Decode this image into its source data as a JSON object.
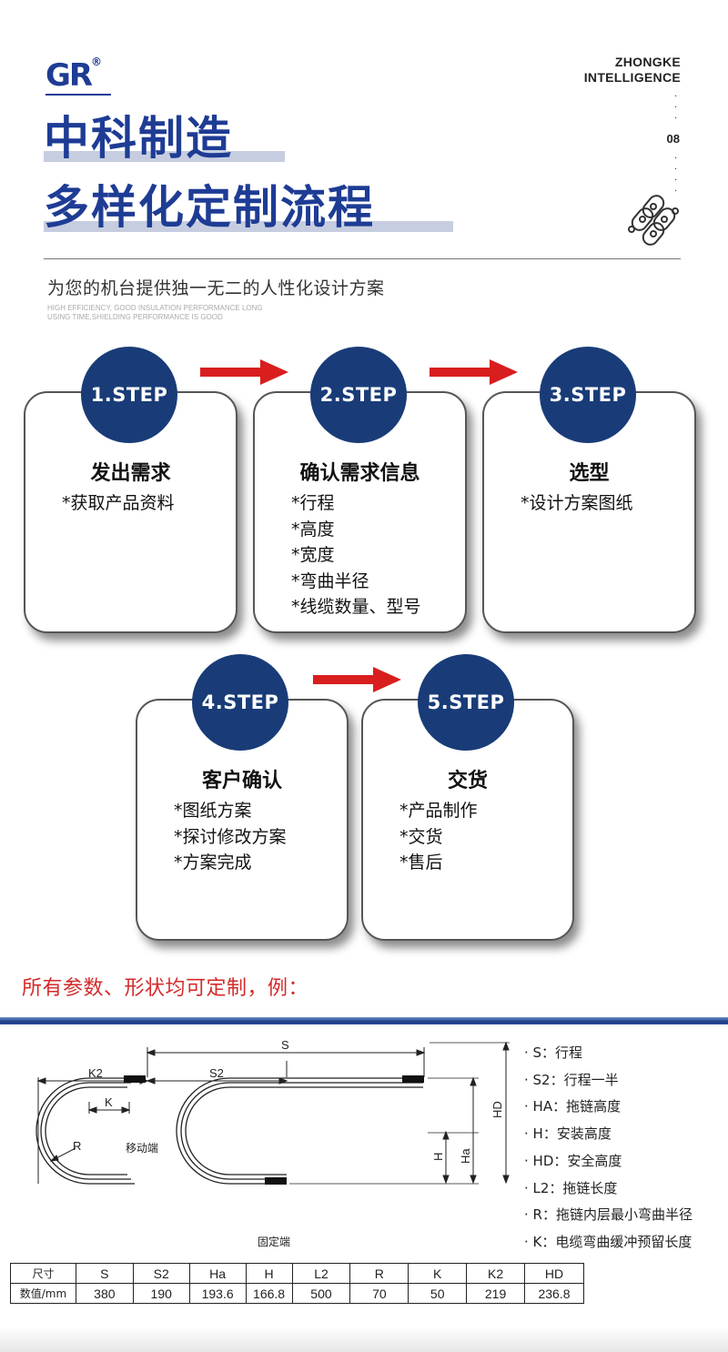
{
  "brand": {
    "logo_main": "GR",
    "logo_reg": "®",
    "line1": "ZHONGKE",
    "line2": "INTELLIGENCE",
    "page": "08"
  },
  "title": {
    "line1": "中科制造",
    "line2": "多样化定制流程"
  },
  "subtitle": "为您的机台提供独一无二的人性化设计方案",
  "subtitle_en": [
    "HIGH EFFICIENCY, GOOD INSULATION PERFORMANCE LONG",
    "USING TIME,SHIELDING PERFORMANCE IS GOOD"
  ],
  "steps": [
    {
      "badge": "1.STEP",
      "title": "发出需求",
      "items": [
        "*获取产品资料"
      ]
    },
    {
      "badge": "2.STEP",
      "title": "确认需求信息",
      "items": [
        "*行程",
        "*高度",
        "*宽度",
        "*弯曲半径",
        "*线缆数量、型号"
      ]
    },
    {
      "badge": "3.STEP",
      "title": "选型",
      "items": [
        "*设计方案图纸"
      ]
    },
    {
      "badge": "4.STEP",
      "title": "客户确认",
      "items": [
        "*图纸方案",
        "*探讨修改方案",
        "*方案完成"
      ]
    },
    {
      "badge": "5.STEP",
      "title": "交货",
      "items": [
        "*产品制作",
        "*交货",
        "*售后"
      ]
    }
  ],
  "colors": {
    "navy": "#193c78",
    "title_blue": "#1e3c94",
    "arrow_red": "#d81e1e",
    "note_red": "#d42a2a"
  },
  "params_note": "所有参数、形状均可定制，例：",
  "diagram": {
    "labels": {
      "S": "S",
      "S2": "S2",
      "K2": "K2",
      "K": "K",
      "R": "R",
      "H": "H",
      "Ha": "Ha",
      "HD": "HD"
    },
    "moving_end": "移动端",
    "fixed_end": "固定端"
  },
  "legend": [
    "· S：行程",
    "· S2：行程一半",
    "· HA：拖链高度",
    "· H：安装高度",
    "· HD：安全高度",
    "· L2：拖链长度",
    "· R：拖链内层最小弯曲半径",
    "· K：电缆弯曲缓冲预留长度"
  ],
  "table": {
    "headers": [
      "尺寸",
      "S",
      "S2",
      "Ha",
      "H",
      "L2",
      "R",
      "K",
      "K2",
      "HD"
    ],
    "values": [
      "数值/mm",
      "380",
      "190",
      "193.6",
      "166.8",
      "500",
      "70",
      "50",
      "219",
      "236.8"
    ]
  }
}
